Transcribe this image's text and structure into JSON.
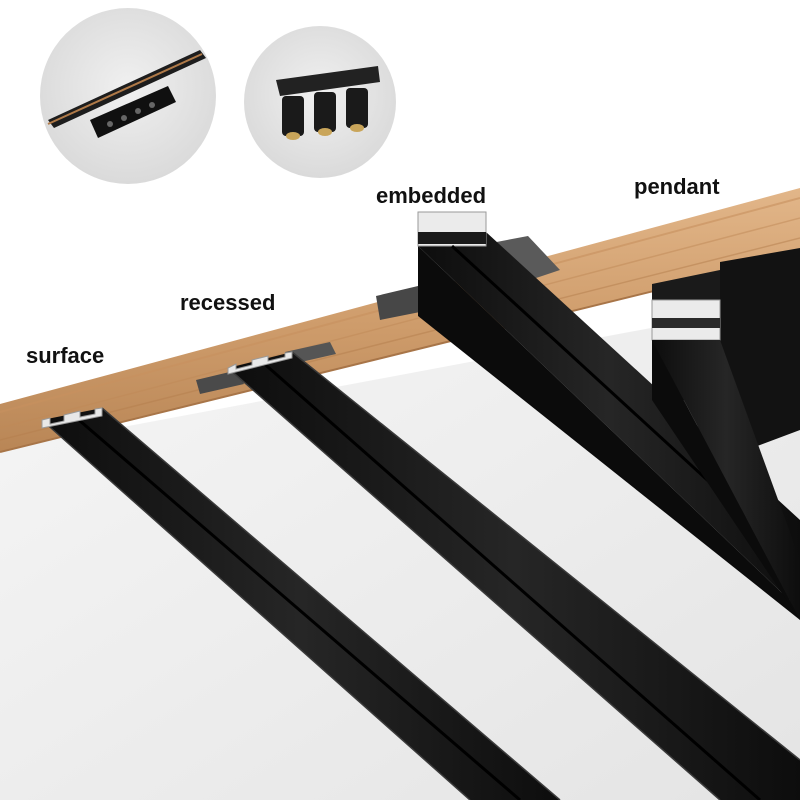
{
  "labels": {
    "surface": "surface",
    "recessed": "recessed",
    "embedded": "embedded",
    "pendant": "pendant"
  },
  "insets": [
    {
      "name": "track-spotlight-inset",
      "depicts": "linear grille spotlight on magnetic track"
    },
    {
      "name": "triple-spotlight-inset",
      "depicts": "three cylindrical spotlights on track adapter"
    }
  ],
  "colors": {
    "background": "#ffffff",
    "ceiling_plane": "#efefef",
    "wood_light": "#d9a97a",
    "wood_dark": "#b9855a",
    "rail_black": "#151515",
    "rail_edge": "#2e2e2e",
    "aluminium": "#e8e8e8",
    "inset_circle": "#e5e5e5",
    "label": "#111111"
  }
}
